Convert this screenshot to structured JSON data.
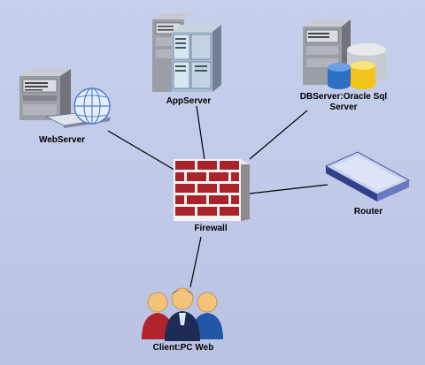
{
  "diagram": {
    "nodes": {
      "webserver": {
        "label": "WebServer"
      },
      "appserver": {
        "label": "AppServer"
      },
      "dbserver": {
        "label_line1": "DBServer:Oracle Sql",
        "label_line2": "Server"
      },
      "firewall": {
        "label": "Firewall"
      },
      "router": {
        "label": "Router"
      },
      "client": {
        "label": "Client:PC Web"
      }
    },
    "edges": [
      {
        "from": "webserver",
        "to": "firewall"
      },
      {
        "from": "appserver",
        "to": "firewall"
      },
      {
        "from": "dbserver",
        "to": "firewall"
      },
      {
        "from": "router",
        "to": "firewall"
      },
      {
        "from": "client",
        "to": "firewall"
      }
    ],
    "colors": {
      "background": "#c1cae8",
      "brick": "#a8232a",
      "mortar": "#f2f2f2",
      "server_body": "#8b8f96",
      "server_panel": "#d7dbe0",
      "disk_blue": "#2f6fc1",
      "disk_yellow": "#f0c419",
      "globe": "#5b8fd8",
      "router_body": "#7e8fc8",
      "person_red": "#b2242c",
      "person_blue": "#2257a6",
      "person_navy": "#1d2b55"
    }
  }
}
